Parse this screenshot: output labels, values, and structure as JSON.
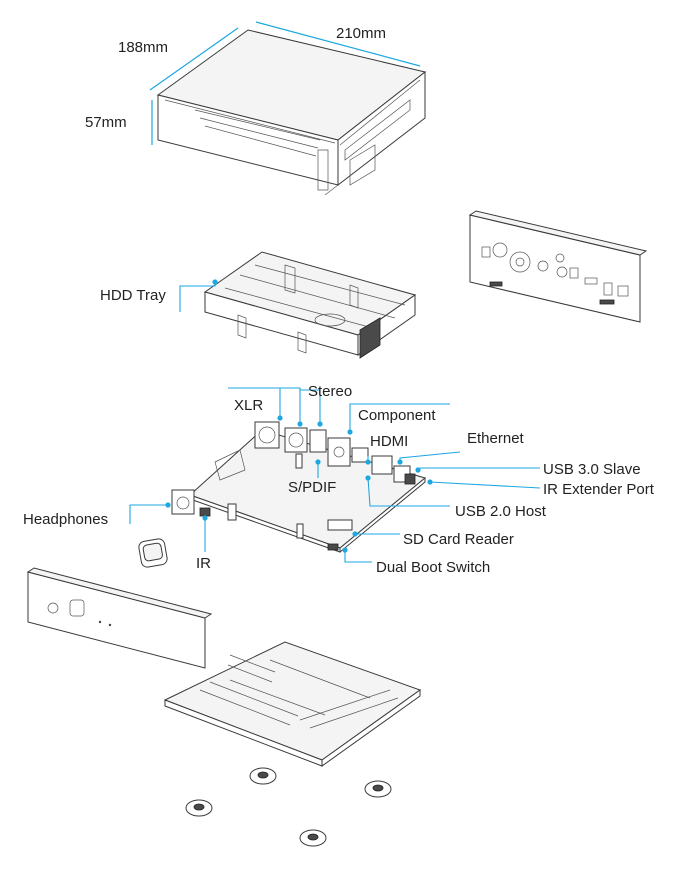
{
  "colors": {
    "accent": "#1ea8e0",
    "line": "#3a3a3a"
  },
  "dimensions": {
    "depth": "188mm",
    "width": "210mm",
    "height": "57mm"
  },
  "labels": {
    "hdd_tray": "HDD Tray",
    "xlr": "XLR",
    "stereo": "Stereo",
    "component": "Component",
    "hdmi": "HDMI",
    "ethernet": "Ethernet",
    "spdif": "S/PDIF",
    "usb3_slave": "USB 3.0 Slave",
    "ir_extender": "IR Extender Port",
    "usb2_host": "USB 2.0 Host",
    "headphones": "Headphones",
    "sd_card": "SD Card Reader",
    "ir": "IR",
    "dual_boot": "Dual Boot Switch"
  }
}
